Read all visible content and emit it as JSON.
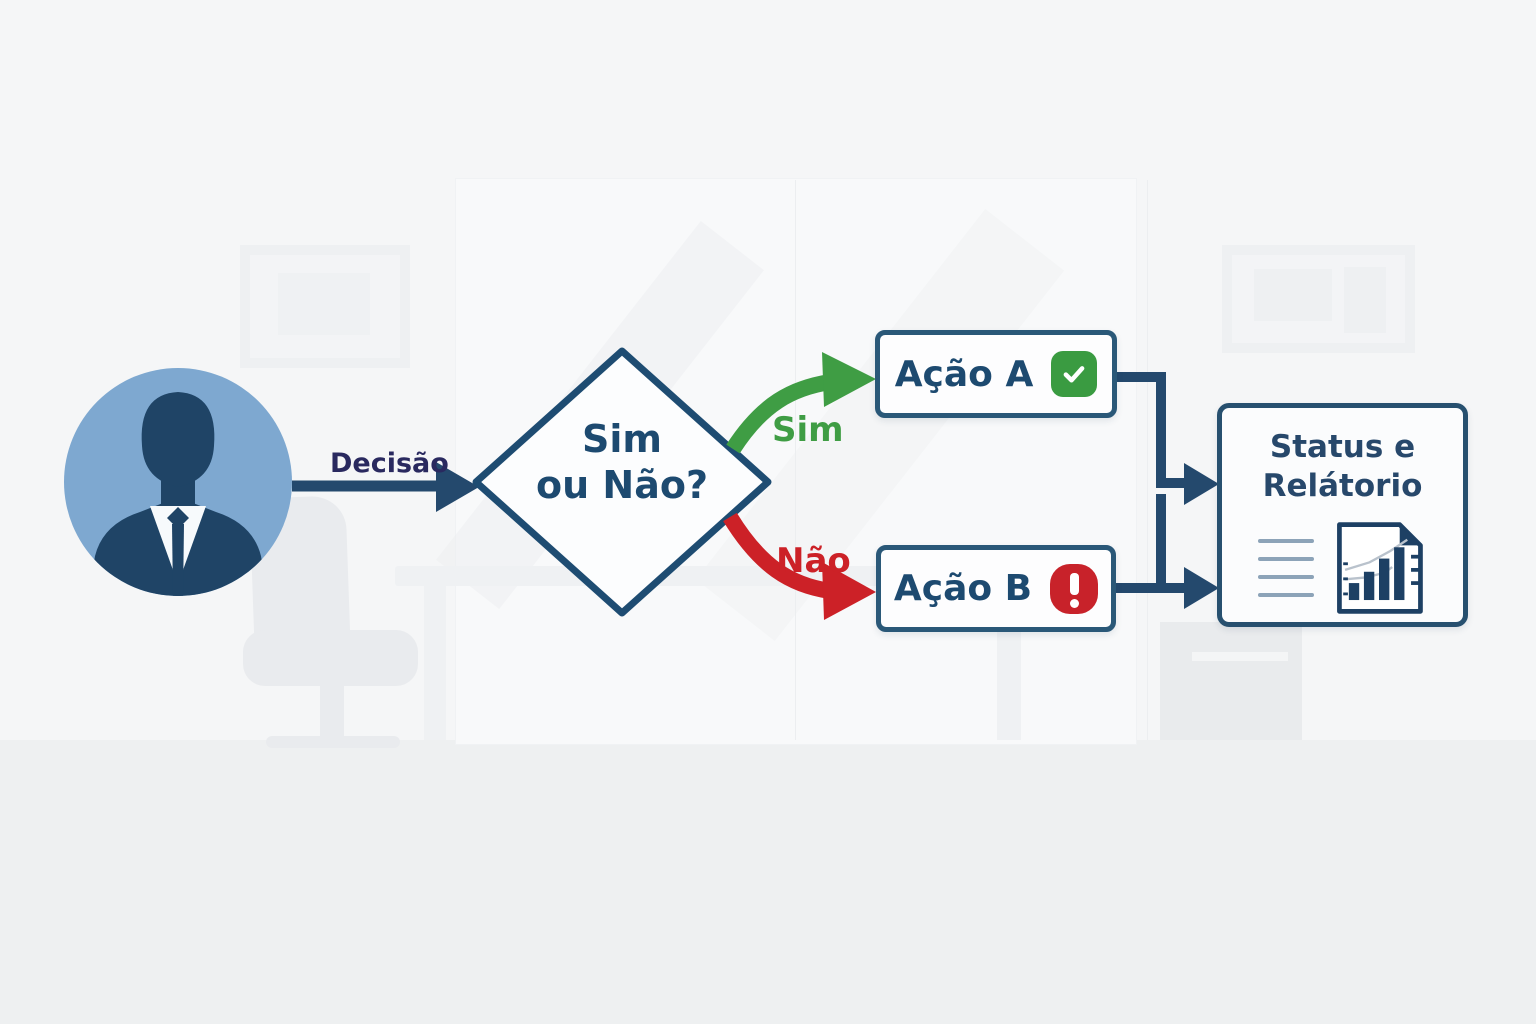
{
  "flow": {
    "decision_label": "Decisão",
    "decision_node": {
      "line1": "Sim",
      "line2": "ou Não?"
    },
    "yes_branch": {
      "label": "Sim",
      "color": "#3f9d44"
    },
    "no_branch": {
      "label": "Não",
      "color": "#cc2127"
    },
    "action_a": {
      "label": "Ação A",
      "icon": "check-icon",
      "icon_color": "#3a9b41"
    },
    "action_b": {
      "label": "Ação B",
      "icon": "exclamation-icon",
      "icon_color": "#c8222a"
    },
    "report": {
      "title": "Status e Relátorio",
      "icon": "report-document-icon"
    },
    "actor_icon": "businessman-avatar-icon"
  },
  "colors": {
    "background": "#f5f6f7",
    "connector_navy": "#24496d",
    "node_border": "#1e4c72",
    "node_text": "#1d4a70",
    "decision_label_text": "#29295f",
    "avatar_background": "#7ea8d0",
    "avatar_silhouette": "#1f4466"
  }
}
